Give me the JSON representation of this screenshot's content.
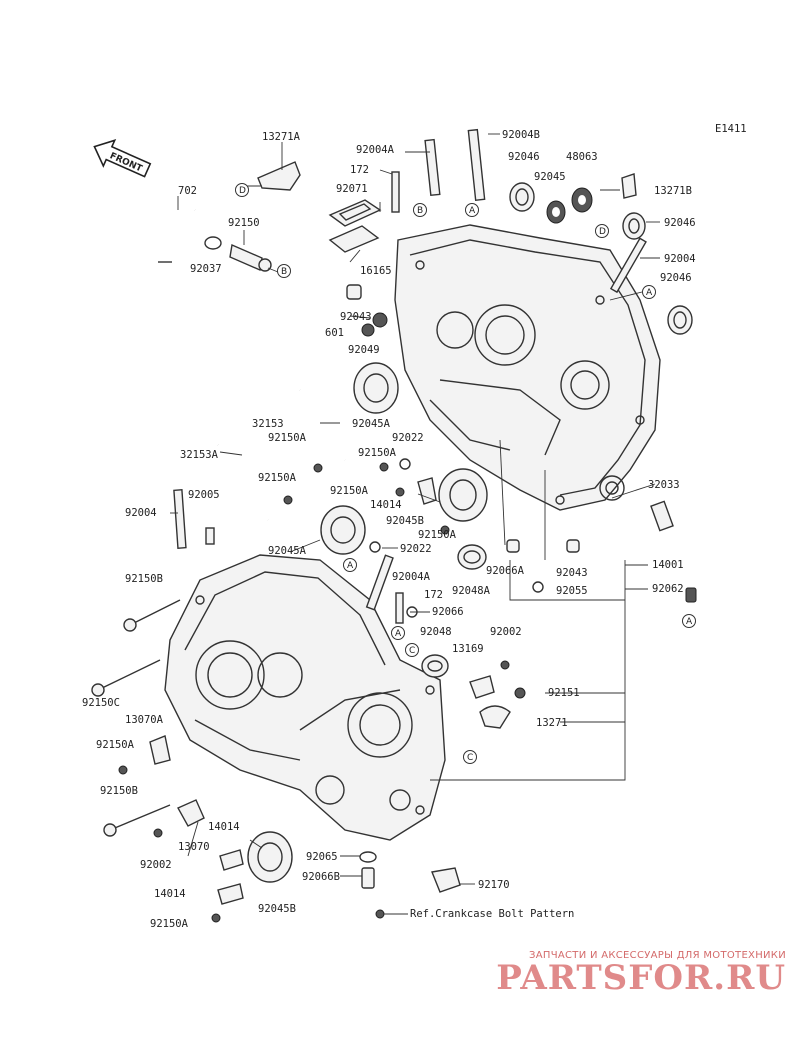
{
  "diagram_code": "E1411",
  "front_label": "FRONT",
  "callouts": {
    "A": "A",
    "B": "B",
    "C": "C",
    "D": "D"
  },
  "part_numbers": [
    "13271A",
    "702",
    "92150",
    "92037",
    "92004A",
    "92004B",
    "172",
    "92071",
    "16165",
    "92046",
    "48063",
    "92045",
    "13271B",
    "92046",
    "92004",
    "92046",
    "92043",
    "601",
    "92049",
    "32153",
    "92150A",
    "92045A",
    "92022",
    "92150A",
    "32153A",
    "92150A",
    "92150A",
    "14014",
    "92045B",
    "92150A",
    "92004",
    "92005",
    "92045A",
    "92022",
    "92004A",
    "172",
    "92066",
    "92048",
    "92002",
    "13169",
    "92150B",
    "92150C",
    "13070A",
    "92150A",
    "92150B",
    "92002",
    "13070",
    "14014",
    "14014",
    "92150A",
    "92045B",
    "92065",
    "92066B",
    "92170",
    "32033",
    "14001",
    "92043",
    "92066A",
    "92048A",
    "92055",
    "92062",
    "92151",
    "13271"
  ],
  "ref_note": "Ref.Crankcase Bolt Pattern",
  "watermark": {
    "tagline": "ЗАПЧАСТИ И АКСЕССУАРЫ ДЛЯ МОТОТЕХНИКИ",
    "brand": "PARTSFOR.RU"
  }
}
